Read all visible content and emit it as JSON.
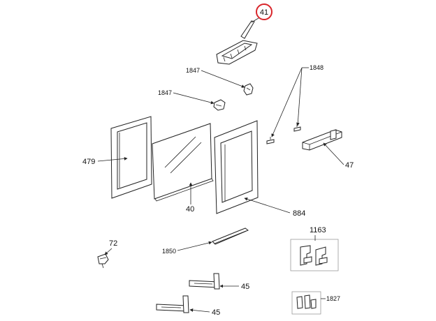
{
  "diagram": {
    "highlight_color": "#d9262b",
    "labels": {
      "p41": "41",
      "p1847a": "1847",
      "p1847b": "1847",
      "p1848": "1848",
      "p479": "479",
      "p40": "40",
      "p884": "884",
      "p47": "47",
      "p1163": "1163",
      "p72": "72",
      "p1850": "1850",
      "p45a": "45",
      "p45b": "45",
      "p1827": "1827"
    }
  }
}
